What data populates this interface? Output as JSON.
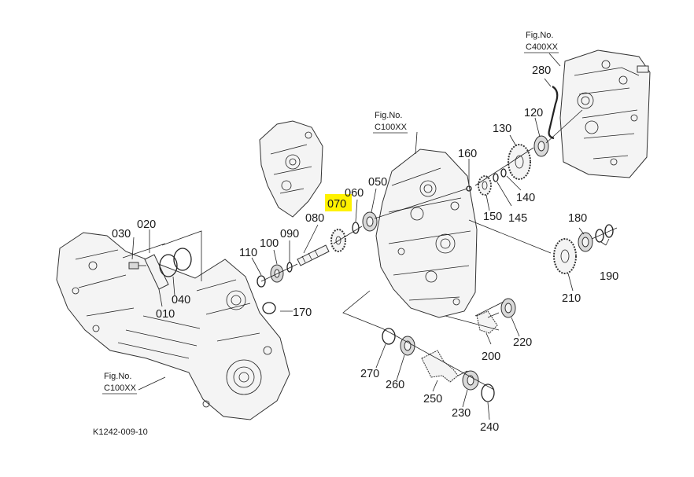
{
  "highlight_color": "#fff200",
  "diagram_code": "K1242-009-10",
  "fig_refs": [
    {
      "title": "Fig.No.",
      "code": "C400XX"
    },
    {
      "title": "Fig.No.",
      "code": "C100XX"
    },
    {
      "title": "Fig.No.",
      "code": "C100XX"
    }
  ],
  "parts": [
    {
      "ref": "280"
    },
    {
      "ref": "130"
    },
    {
      "ref": "120"
    },
    {
      "ref": "160"
    },
    {
      "ref": "060"
    },
    {
      "ref": "050"
    },
    {
      "ref": "070",
      "highlighted": true
    },
    {
      "ref": "080"
    },
    {
      "ref": "020"
    },
    {
      "ref": "030"
    },
    {
      "ref": "100"
    },
    {
      "ref": "090"
    },
    {
      "ref": "110"
    },
    {
      "ref": "150"
    },
    {
      "ref": "140"
    },
    {
      "ref": "145"
    },
    {
      "ref": "180"
    },
    {
      "ref": "190"
    },
    {
      "ref": "210"
    },
    {
      "ref": "040"
    },
    {
      "ref": "010"
    },
    {
      "ref": "170"
    },
    {
      "ref": "200"
    },
    {
      "ref": "220"
    },
    {
      "ref": "270"
    },
    {
      "ref": "260"
    },
    {
      "ref": "250"
    },
    {
      "ref": "230"
    },
    {
      "ref": "240"
    }
  ]
}
